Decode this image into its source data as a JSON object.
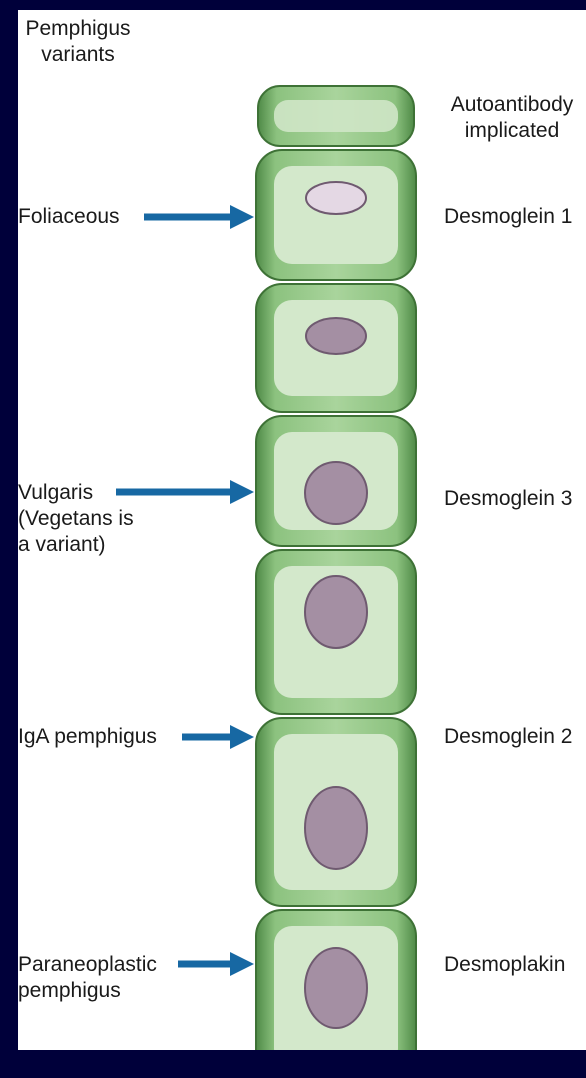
{
  "header": {
    "left_title": "Pemphigus\nvariants",
    "right_title": "Autoantibody\nimplicated"
  },
  "variants": [
    {
      "name": "Foliaceous",
      "autoantibody": "Desmoglein 1"
    },
    {
      "name": "Vulgaris\n(Vegetans is\na variant)",
      "autoantibody": "Desmoglein 3"
    },
    {
      "name": "IgA pemphigus",
      "autoantibody": "Desmoglein 2"
    },
    {
      "name": "Paraneoplastic\npemphigus",
      "autoantibody": "Desmoplakin"
    }
  ],
  "colors": {
    "background": "#00003a",
    "cell_outer": "#5f9a55",
    "cell_inner": "#d3e8cb",
    "nucleus": "#a48fa3",
    "nucleus_top": "#e4d8e4",
    "arrow": "#1768a3"
  }
}
